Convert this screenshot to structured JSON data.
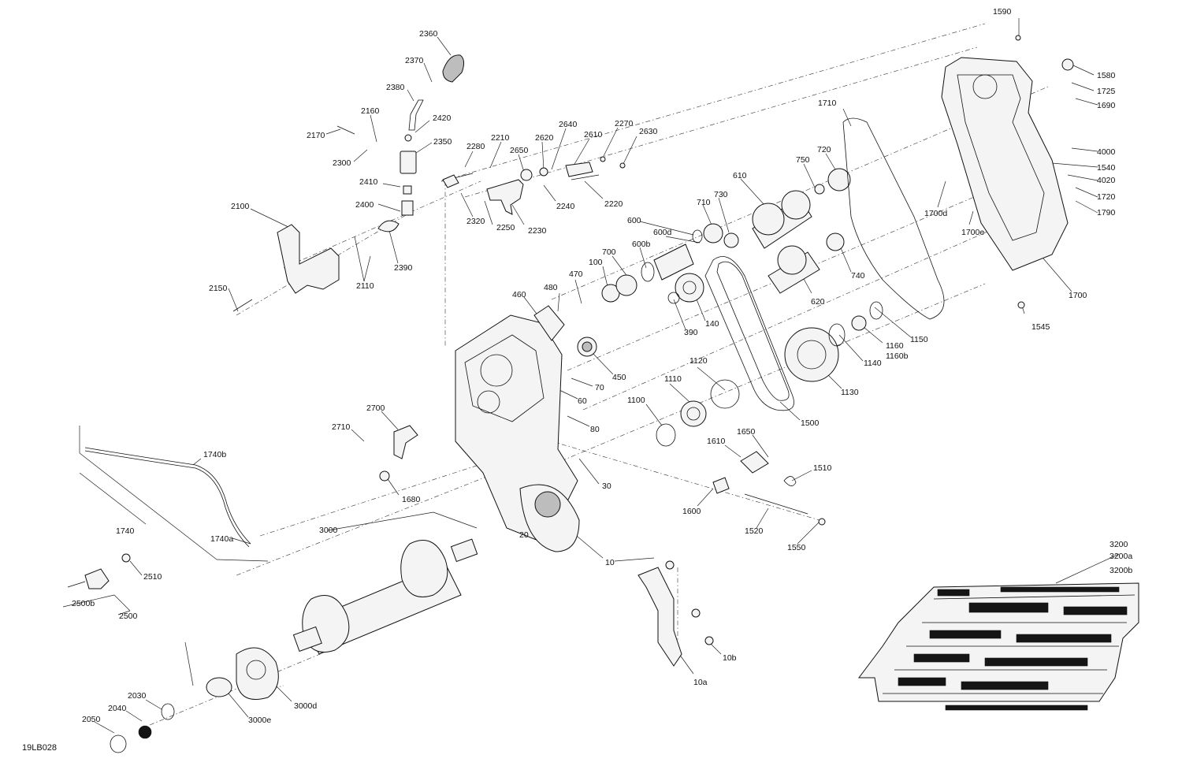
{
  "diagram": {
    "drawing_code": "19LB028",
    "labels": [
      "2360",
      "2370",
      "2380",
      "2420",
      "2160",
      "2170",
      "2300",
      "2350",
      "2410",
      "2400",
      "2390",
      "2100",
      "2110",
      "2150",
      "2280",
      "2210",
      "2650",
      "2620",
      "2640",
      "2610",
      "2270",
      "2630",
      "2220",
      "2240",
      "2230",
      "2250",
      "2320",
      "1590",
      "1580",
      "1725",
      "1690",
      "4000",
      "1540",
      "4020",
      "1720",
      "1790",
      "1700d",
      "1700e",
      "1700",
      "1545",
      "1710",
      "750",
      "720",
      "610",
      "730",
      "710",
      "600",
      "600d",
      "600b",
      "700",
      "100",
      "620",
      "740",
      "140",
      "390",
      "480",
      "470",
      "460",
      "450",
      "70",
      "60",
      "80",
      "1150",
      "1160",
      "1160b",
      "1140",
      "1130",
      "1120",
      "1110",
      "1100",
      "1500",
      "1650",
      "1610",
      "1510",
      "1600",
      "1520",
      "1550",
      "30",
      "20",
      "10",
      "10a",
      "10b",
      "2700",
      "2710",
      "1680",
      "1740b",
      "1740",
      "1740a",
      "3000",
      "2510",
      "2500b",
      "2500",
      "2030",
      "2040",
      "2050",
      "3000e",
      "3000d",
      "3200",
      "3200a",
      "3200b"
    ]
  }
}
